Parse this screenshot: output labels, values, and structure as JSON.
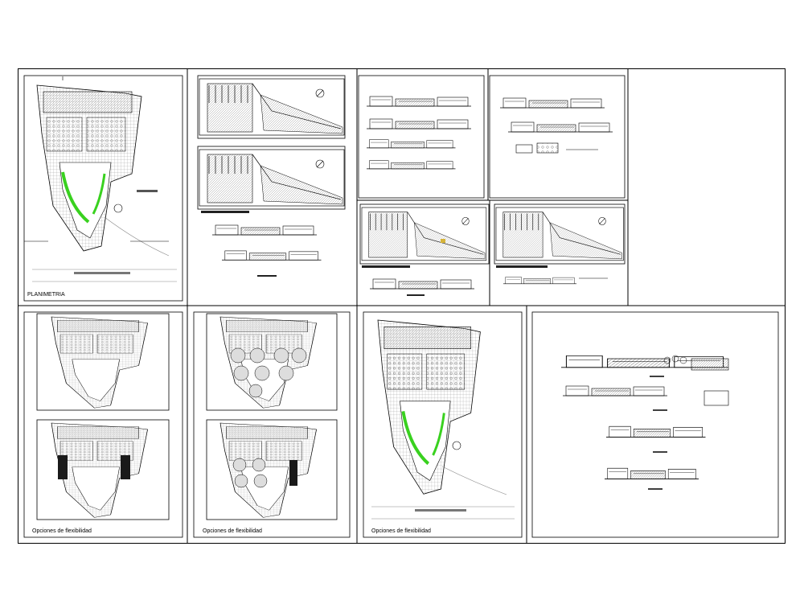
{
  "sheets": {
    "plan_label": "PLANIMETRIA",
    "flex_label_1": "Opciones de flexibilidad",
    "flex_label_2": "Opciones de flexibilidad",
    "flex_label_3": "Opciones de flexibilidad"
  },
  "colors": {
    "line": "#000000",
    "accent_green": "#39d11f",
    "hatch_gray": "#9a9a9a",
    "fill_dark": "#3a3a3a",
    "annotation_yellow": "#d6b43a"
  }
}
